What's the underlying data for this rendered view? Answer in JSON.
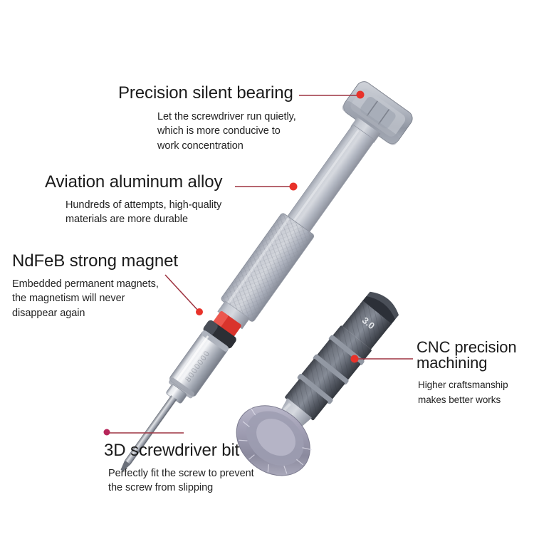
{
  "page": {
    "background_color": "#ffffff",
    "accent_red": "#e8322a",
    "leader_line_color": "#9e3340",
    "body_metal_color": "#b8bcc6",
    "dark_metal_color": "#5d6068"
  },
  "callouts": [
    {
      "id": "bearing",
      "title": "Precision silent bearing",
      "body": "Let the screwdriver run quietly,\nwhich is more conducive to\nwork concentration"
    },
    {
      "id": "alloy",
      "title": "Aviation aluminum alloy",
      "body": "Hundreds of attempts, high-quality\nmaterials are more durable"
    },
    {
      "id": "magnet",
      "title": "NdFeB strong magnet",
      "body": "Embedded permanent magnets,\nthe magnetism will never\ndisappear again"
    },
    {
      "id": "bit",
      "title": "3D screwdriver bit",
      "body": "Perfectly fit the screw to prevent\nthe screw from slipping"
    },
    {
      "id": "cnc",
      "title": "CNC precision\nmachining",
      "body": "Higher craftsmanship\nmakes better works"
    }
  ],
  "product": {
    "name": "precision-screwdriver",
    "parts": [
      "rotating-cap-bearing",
      "aluminum-alloy-shaft",
      "knurled-grip",
      "ndfeb-magnet-collar",
      "chrome-barrel",
      "3d-screwdriver-bit-tip"
    ]
  },
  "product_secondary": {
    "name": "cnc-bit-holder",
    "parts": [
      "faceted-bit-socket",
      "machined-body",
      "knurled-end-knob"
    ]
  }
}
